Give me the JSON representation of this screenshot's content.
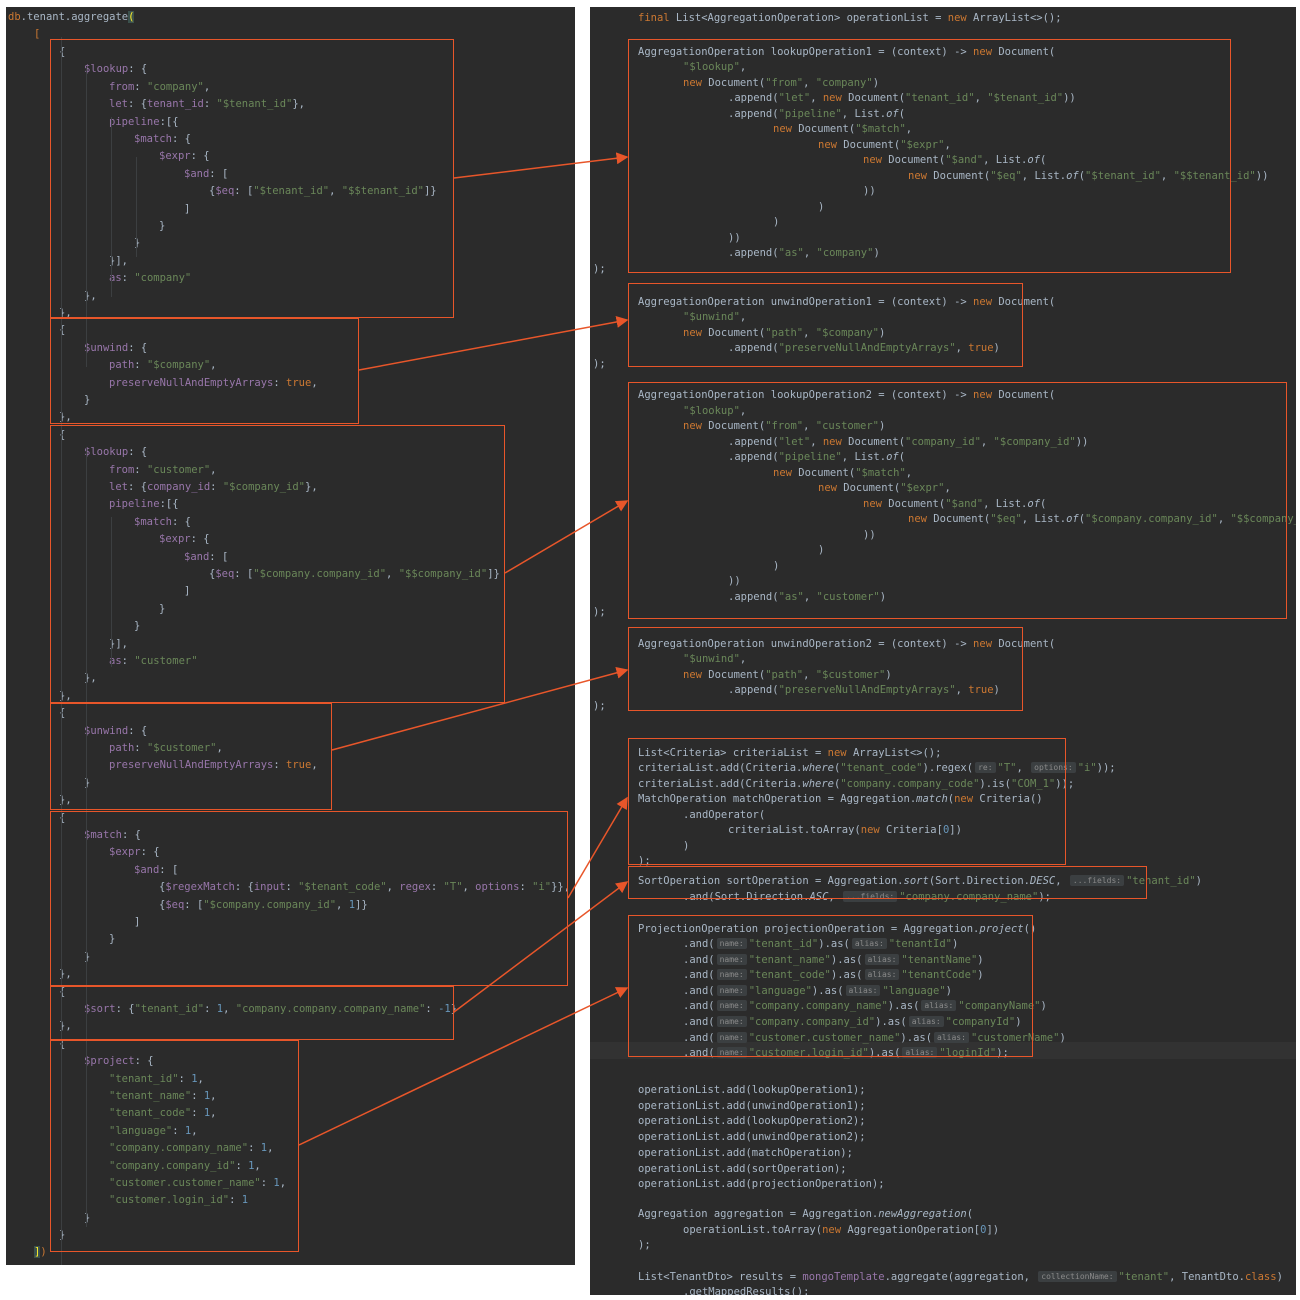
{
  "left_editor": {
    "title": "db.tenant.aggregate(",
    "open_bracket": "[",
    "close_tail": "])",
    "lines": [
      "{",
      "$lookup: {",
      "from: \"company\",",
      "let: {tenant_id: \"$tenant_id\"},",
      "pipeline:[{",
      "$match: {",
      "$expr: {",
      "$and: [",
      "{$eq: [\"$tenant_id\", \"$$tenant_id\"]}",
      "]",
      "}",
      "}",
      "}],",
      "as: \"company\"",
      "},",
      "},",
      "{",
      "$unwind: {",
      "path: \"$company\",",
      "preserveNullAndEmptyArrays: true,",
      "}",
      "},",
      "{",
      "$lookup: {",
      "from: \"customer\",",
      "let: {company_id: \"$company_id\"},",
      "pipeline:[{",
      "$match: {",
      "$expr: {",
      "$and: [",
      "{$eq: [\"$company.company_id\", \"$$company_id\"]}",
      "]",
      "}",
      "}",
      "}],",
      "as: \"customer\"",
      "},",
      "},",
      "{",
      "$unwind: {",
      "path: \"$customer\",",
      "preserveNullAndEmptyArrays: true,",
      "}",
      "},",
      "{",
      "$match: {",
      "$expr: {",
      "$and: [",
      "{$regexMatch: {input: \"$tenant_code\", regex: \"T\", options: \"i\"}},",
      "{$eq: [\"$company.company_id\", 1]}",
      "]",
      "}",
      "}",
      "},",
      "{",
      "$sort: {\"tenant_id\": 1, \"company.company.company_name\": -1}",
      "},",
      "{",
      "$project: {",
      "\"tenant_id\": 1,",
      "\"tenant_name\": 1,",
      "\"tenant_code\": 1,",
      "\"language\": 1,",
      "\"company.company_name\": 1,",
      "\"company.company_id\": 1,",
      "\"customer.customer_name\": 1,",
      "\"customer.login_id\": 1",
      "}",
      "}"
    ]
  },
  "right_editor": {
    "lines": [
      "final List<AggregationOperation> operationList = new ArrayList<>();",
      "AggregationOperation lookupOperation1 = (context) -> new Document(",
      "\"$lookup\",",
      "new Document(\"from\", \"company\")",
      ".append(\"let\", new Document(\"tenant_id\", \"$tenant_id\"))",
      ".append(\"pipeline\", List.of(",
      "new Document(\"$match\",",
      "new Document(\"$expr\",",
      "new Document(\"$and\", List.of(",
      "new Document(\"$eq\", List.of(\"$tenant_id\", \"$$tenant_id\"))",
      "))",
      ")",
      ")",
      "))",
      ".append(\"as\", \"company\")",
      ");",
      "AggregationOperation unwindOperation1 = (context) -> new Document(",
      "\"$unwind\",",
      "new Document(\"path\", \"$company\")",
      ".append(\"preserveNullAndEmptyArrays\", true)",
      ");",
      "AggregationOperation lookupOperation2 = (context) -> new Document(",
      "\"$lookup\",",
      "new Document(\"from\", \"customer\")",
      ".append(\"let\", new Document(\"company_id\", \"$company_id\"))",
      ".append(\"pipeline\", List.of(",
      "new Document(\"$match\",",
      "new Document(\"$expr\",",
      "new Document(\"$and\", List.of(",
      "new Document(\"$eq\", List.of(\"$company.company_id\", \"$$company_id\"))",
      "))",
      ")",
      ")",
      "))",
      ".append(\"as\", \"customer\")",
      ");",
      "AggregationOperation unwindOperation2 = (context) -> new Document(",
      "\"$unwind\",",
      "new Document(\"path\", \"$customer\")",
      ".append(\"preserveNullAndEmptyArrays\", true)",
      ");",
      "List<Criteria> criteriaList = new ArrayList<>();",
      "criteriaList.add(Criteria.where(\"tenant_code\").regex(",
      "\"T\",",
      "\"i\"));",
      "criteriaList.add(Criteria.where(\"company.company_code\").is(\"COM_1\"));",
      "MatchOperation matchOperation = Aggregation.match(new Criteria()",
      ".andOperator(",
      "criteriaList.toArray(new Criteria[0])",
      ")",
      ");",
      "SortOperation sortOperation = Aggregation.sort(Sort.Direction.DESC,",
      "\"tenant_id\")",
      ".and(Sort.Direction.ASC,",
      "\"company.company_name\");",
      "ProjectionOperation projectionOperation = Aggregation.project()",
      ".and(",
      "\"tenant_id\").as(",
      "\"tenantId\")",
      "\"tenant_name\").as(",
      "\"tenantName\")",
      "\"tenant_code\").as(",
      "\"tenantCode\")",
      "\"language\").as(",
      "\"language\")",
      "\"company.company_name\").as(",
      "\"companyName\")",
      "\"company.company_id\").as(",
      "\"companyId\")",
      "\"customer.customer_name\").as(",
      "\"customerName\")",
      "\"customer.login_id\").as(",
      "\"loginId\");",
      "operationList.add(lookupOperation1);",
      "operationList.add(unwindOperation1);",
      "operationList.add(lookupOperation2);",
      "operationList.add(unwindOperation2);",
      "operationList.add(matchOperation);",
      "operationList.add(sortOperation);",
      "operationList.add(projectionOperation);",
      "Aggregation aggregation = Aggregation.newAggregation(",
      "operationList.toArray(new AggregationOperation[0])",
      ");",
      "List<TenantDto> results = mongoTemplate.aggregate(aggregation,",
      "\"tenant\", TenantDto.class)",
      ".getMappedResults();"
    ],
    "hints": {
      "re": "re:",
      "options": "options:",
      "fields": "...fields:",
      "name": "name:",
      "alias": "alias:",
      "collection": "collectionName:"
    }
  },
  "colors": {
    "editor_bg": "#2b2b2b",
    "keyword": "#cc7832",
    "string": "#6a8759",
    "property": "#9876aa",
    "number": "#6897bb",
    "annotation_box": "#e8562a"
  }
}
